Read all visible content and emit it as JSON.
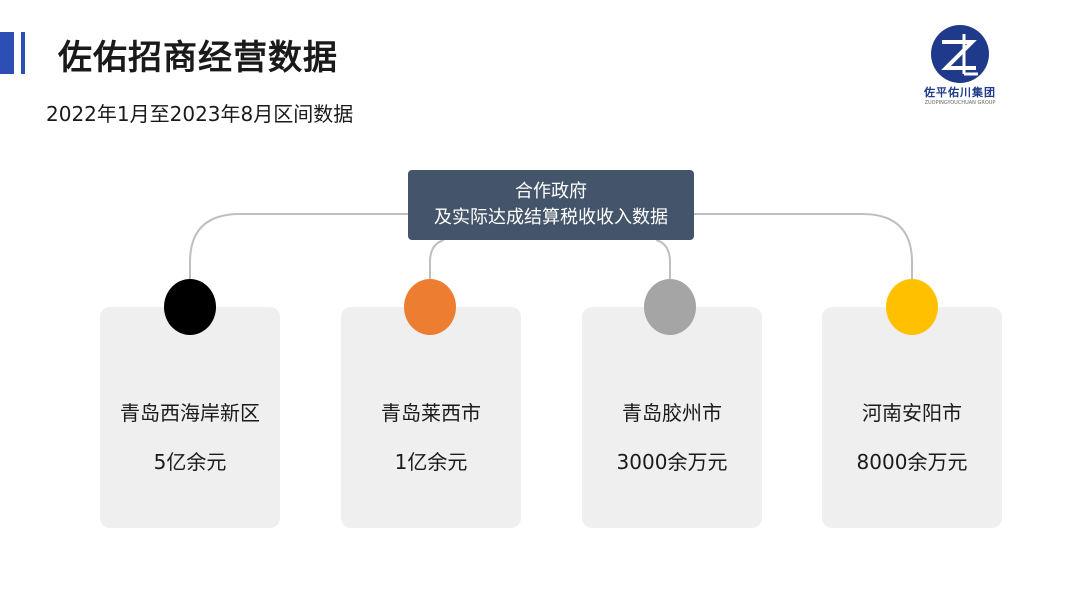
{
  "header": {
    "title": "佐佑招商经营数据",
    "subtitle": "2022年1月至2023年8月区间数据",
    "accent_color": "#2b4fb5"
  },
  "logo": {
    "name": "佐平佑川集团",
    "sub": "ZUOPINGYOUCHUAN GROUP",
    "icon": "zp-monogram-icon",
    "color": "#1f3a8a"
  },
  "center": {
    "line1": "合作政府",
    "line2": "及实际达成结算税收收入数据",
    "color": "#44546a"
  },
  "cards": [
    {
      "region": "青岛西海岸新区",
      "amount": "5亿余元",
      "dot_color": "#000000"
    },
    {
      "region": "青岛莱西市",
      "amount": "1亿余元",
      "dot_color": "#ed7d31"
    },
    {
      "region": "青岛胶州市",
      "amount": "3000余万元",
      "dot_color": "#a5a5a5"
    },
    {
      "region": "河南安阳市",
      "amount": "8000余万元",
      "dot_color": "#ffc000"
    }
  ]
}
